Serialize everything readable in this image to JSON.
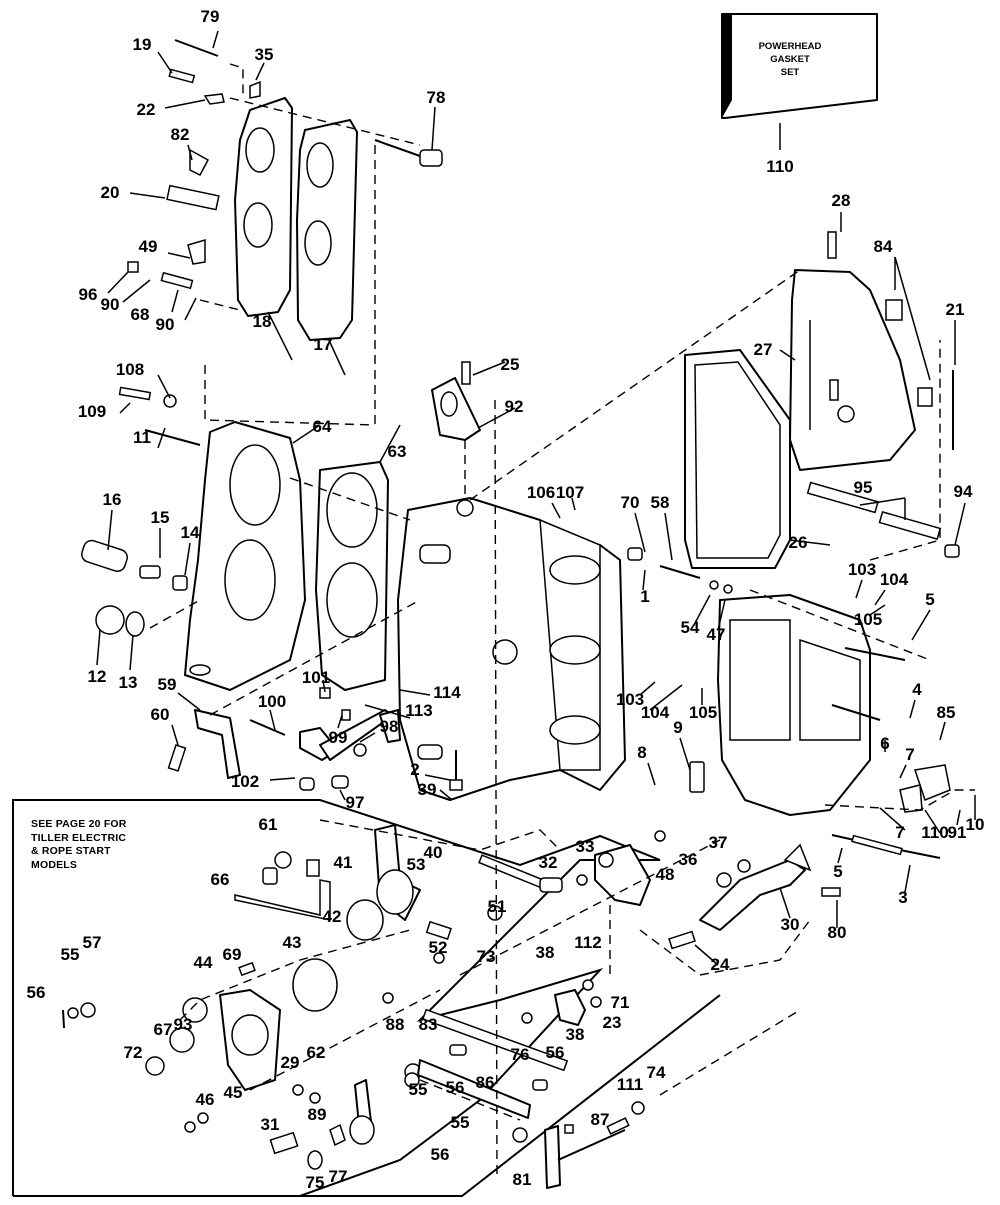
{
  "diagram": {
    "title_box": {
      "lines": [
        "POWERHEAD",
        "GASKET",
        "SET"
      ],
      "callout": "110"
    },
    "note": {
      "lines": [
        "SEE PAGE 20 FOR",
        "TILLER ELECTRIC",
        "& ROPE START",
        "MODELS"
      ]
    },
    "callouts": [
      {
        "id": "79",
        "label": "79"
      },
      {
        "id": "19",
        "label": "19"
      },
      {
        "id": "35",
        "label": "35"
      },
      {
        "id": "22",
        "label": "22"
      },
      {
        "id": "78",
        "label": "78"
      },
      {
        "id": "82",
        "label": "82"
      },
      {
        "id": "20",
        "label": "20"
      },
      {
        "id": "49",
        "label": "49"
      },
      {
        "id": "96",
        "label": "96"
      },
      {
        "id": "90a",
        "label": "90"
      },
      {
        "id": "68",
        "label": "68"
      },
      {
        "id": "90b",
        "label": "90"
      },
      {
        "id": "18",
        "label": "18"
      },
      {
        "id": "17",
        "label": "17"
      },
      {
        "id": "108",
        "label": "108"
      },
      {
        "id": "109",
        "label": "109"
      },
      {
        "id": "11",
        "label": "11"
      },
      {
        "id": "64",
        "label": "64"
      },
      {
        "id": "63",
        "label": "63"
      },
      {
        "id": "25",
        "label": "25"
      },
      {
        "id": "92",
        "label": "92"
      },
      {
        "id": "28",
        "label": "28"
      },
      {
        "id": "84",
        "label": "84"
      },
      {
        "id": "21",
        "label": "21"
      },
      {
        "id": "27",
        "label": "27"
      },
      {
        "id": "95",
        "label": "95"
      },
      {
        "id": "94",
        "label": "94"
      },
      {
        "id": "26",
        "label": "26"
      },
      {
        "id": "107",
        "label": "107"
      },
      {
        "id": "106",
        "label": "106"
      },
      {
        "id": "70",
        "label": "70"
      },
      {
        "id": "58",
        "label": "58"
      },
      {
        "id": "1",
        "label": "1"
      },
      {
        "id": "54",
        "label": "54"
      },
      {
        "id": "47",
        "label": "47"
      },
      {
        "id": "103a",
        "label": "103"
      },
      {
        "id": "104a",
        "label": "104"
      },
      {
        "id": "105a",
        "label": "105"
      },
      {
        "id": "5a",
        "label": "5"
      },
      {
        "id": "16",
        "label": "16"
      },
      {
        "id": "15",
        "label": "15"
      },
      {
        "id": "14",
        "label": "14"
      },
      {
        "id": "12",
        "label": "12"
      },
      {
        "id": "13",
        "label": "13"
      },
      {
        "id": "59",
        "label": "59"
      },
      {
        "id": "60",
        "label": "60"
      },
      {
        "id": "101",
        "label": "101"
      },
      {
        "id": "100",
        "label": "100"
      },
      {
        "id": "99",
        "label": "99"
      },
      {
        "id": "114",
        "label": "114"
      },
      {
        "id": "113",
        "label": "113"
      },
      {
        "id": "98",
        "label": "98"
      },
      {
        "id": "102",
        "label": "102"
      },
      {
        "id": "97",
        "label": "97"
      },
      {
        "id": "2",
        "label": "2"
      },
      {
        "id": "39",
        "label": "39"
      },
      {
        "id": "103b",
        "label": "103"
      },
      {
        "id": "104b",
        "label": "104"
      },
      {
        "id": "105b",
        "label": "105"
      },
      {
        "id": "9",
        "label": "9"
      },
      {
        "id": "8",
        "label": "8"
      },
      {
        "id": "4",
        "label": "4"
      },
      {
        "id": "6",
        "label": "6"
      },
      {
        "id": "7a",
        "label": "7"
      },
      {
        "id": "85",
        "label": "85"
      },
      {
        "id": "7b",
        "label": "7"
      },
      {
        "id": "110b",
        "label": "110"
      },
      {
        "id": "91",
        "label": "91"
      },
      {
        "id": "10",
        "label": "10"
      },
      {
        "id": "5b",
        "label": "5"
      },
      {
        "id": "3",
        "label": "3"
      },
      {
        "id": "80",
        "label": "80"
      },
      {
        "id": "30",
        "label": "30"
      },
      {
        "id": "24",
        "label": "24"
      },
      {
        "id": "61",
        "label": "61"
      },
      {
        "id": "66",
        "label": "66"
      },
      {
        "id": "41",
        "label": "41"
      },
      {
        "id": "53",
        "label": "53"
      },
      {
        "id": "40",
        "label": "40"
      },
      {
        "id": "51",
        "label": "51"
      },
      {
        "id": "52",
        "label": "52"
      },
      {
        "id": "42",
        "label": "42"
      },
      {
        "id": "43",
        "label": "43"
      },
      {
        "id": "69",
        "label": "69"
      },
      {
        "id": "44",
        "label": "44"
      },
      {
        "id": "57",
        "label": "57"
      },
      {
        "id": "55a",
        "label": "55"
      },
      {
        "id": "56a",
        "label": "56"
      },
      {
        "id": "67",
        "label": "67"
      },
      {
        "id": "93",
        "label": "93"
      },
      {
        "id": "72",
        "label": "72"
      },
      {
        "id": "46",
        "label": "46"
      },
      {
        "id": "45",
        "label": "45"
      },
      {
        "id": "29",
        "label": "29"
      },
      {
        "id": "62",
        "label": "62"
      },
      {
        "id": "89",
        "label": "89"
      },
      {
        "id": "31",
        "label": "31"
      },
      {
        "id": "75",
        "label": "75"
      },
      {
        "id": "77",
        "label": "77"
      },
      {
        "id": "88",
        "label": "88"
      },
      {
        "id": "83",
        "label": "83"
      },
      {
        "id": "55b",
        "label": "55"
      },
      {
        "id": "56b",
        "label": "56"
      },
      {
        "id": "73",
        "label": "73"
      },
      {
        "id": "32",
        "label": "32"
      },
      {
        "id": "33",
        "label": "33"
      },
      {
        "id": "36",
        "label": "36"
      },
      {
        "id": "37",
        "label": "37"
      },
      {
        "id": "48",
        "label": "48"
      },
      {
        "id": "38a",
        "label": "38"
      },
      {
        "id": "112",
        "label": "112"
      },
      {
        "id": "71",
        "label": "71"
      },
      {
        "id": "23",
        "label": "23"
      },
      {
        "id": "38b",
        "label": "38"
      },
      {
        "id": "56c",
        "label": "56"
      },
      {
        "id": "76",
        "label": "76"
      },
      {
        "id": "86",
        "label": "86"
      },
      {
        "id": "55c",
        "label": "55"
      },
      {
        "id": "56d",
        "label": "56"
      },
      {
        "id": "87",
        "label": "87"
      },
      {
        "id": "111",
        "label": "111"
      },
      {
        "id": "74",
        "label": "74"
      },
      {
        "id": "81",
        "label": "81"
      }
    ]
  }
}
